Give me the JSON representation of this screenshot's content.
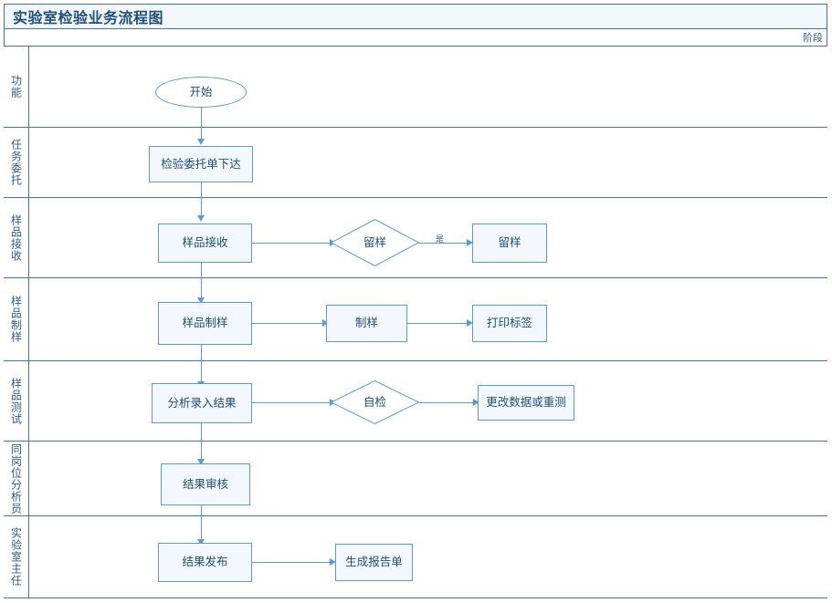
{
  "title": "实验室检验业务流程图",
  "phase_header": "阶段",
  "colors": {
    "border": "#4472a8",
    "node_border": "#5b9bd5",
    "node_fill": "#f2f8fd",
    "text": "#1f4e79",
    "title_bar_fill": "#f2f7fc"
  },
  "lanes": [
    {
      "label": "功能"
    },
    {
      "label": "任务委托"
    },
    {
      "label": "样品接收"
    },
    {
      "label": "样品制样"
    },
    {
      "label": "样品测试"
    },
    {
      "label": "同岗位分析员"
    },
    {
      "label": "实验室主任"
    }
  ],
  "nodes": [
    {
      "id": "start",
      "label": "开始",
      "shape": "ellipse",
      "lane": 0
    },
    {
      "id": "entrust",
      "label": "检验委托单下达",
      "shape": "rect",
      "lane": 1
    },
    {
      "id": "receive",
      "label": "样品接收",
      "shape": "rect",
      "lane": 2
    },
    {
      "id": "keep_d",
      "label": "留样",
      "shape": "diamond",
      "lane": 2
    },
    {
      "id": "keep_r",
      "label": "留样",
      "shape": "rect",
      "lane": 2
    },
    {
      "id": "prep",
      "label": "样品制样",
      "shape": "rect",
      "lane": 3
    },
    {
      "id": "make",
      "label": "制样",
      "shape": "rect",
      "lane": 3
    },
    {
      "id": "print",
      "label": "打印标签",
      "shape": "rect",
      "lane": 3
    },
    {
      "id": "analysis",
      "label": "分析录入结果",
      "shape": "rect",
      "lane": 4
    },
    {
      "id": "selfchk",
      "label": "自检",
      "shape": "diamond",
      "lane": 4
    },
    {
      "id": "modify",
      "label": "更改数据或重测",
      "shape": "rect",
      "lane": 4
    },
    {
      "id": "review",
      "label": "结果审核",
      "shape": "rect",
      "lane": 5
    },
    {
      "id": "publish",
      "label": "结果发布",
      "shape": "rect",
      "lane": 6
    },
    {
      "id": "report",
      "label": "生成报告单",
      "shape": "rect",
      "lane": 6
    }
  ],
  "edge_labels": [
    {
      "id": "keep_yes",
      "text": "是"
    }
  ]
}
